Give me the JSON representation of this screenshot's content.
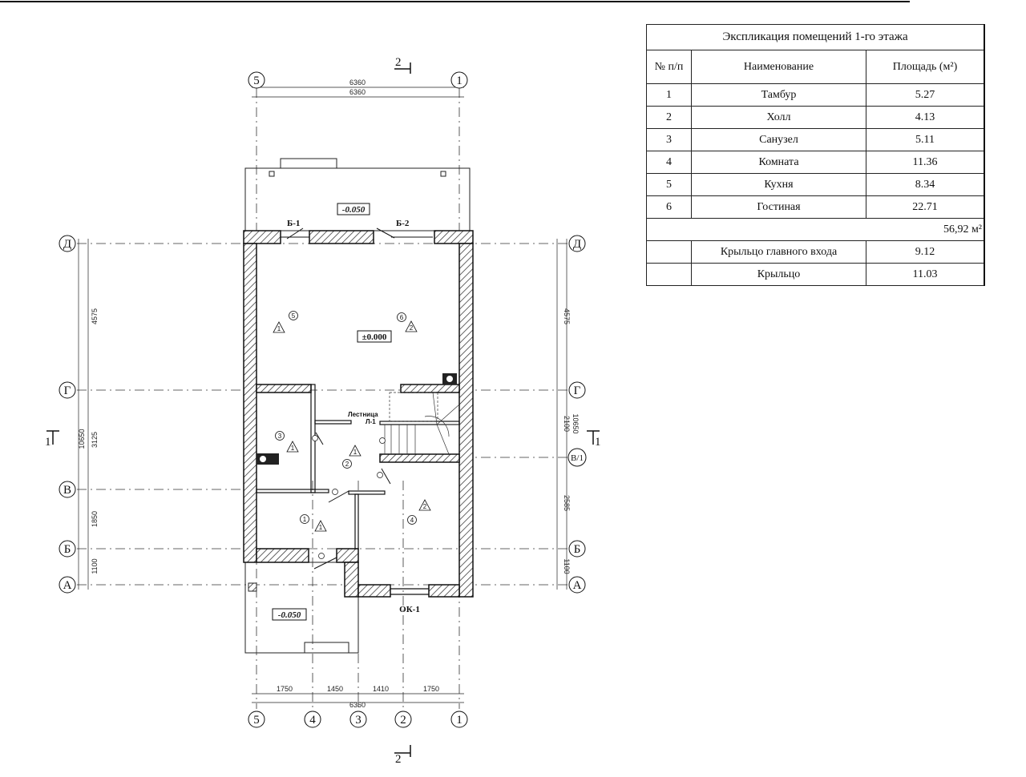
{
  "table": {
    "title": "Экспликация помещений 1-го этажа",
    "headers": [
      "№ п/п",
      "Наименование",
      "Площадь (м²)"
    ],
    "rows": [
      {
        "num": "1",
        "name": "Тамбур",
        "area": "5.27"
      },
      {
        "num": "2",
        "name": "Холл",
        "area": "4.13"
      },
      {
        "num": "3",
        "name": "Санузел",
        "area": "5.11"
      },
      {
        "num": "4",
        "name": "Комната",
        "area": "11.36"
      },
      {
        "num": "5",
        "name": "Кухня",
        "area": "8.34"
      },
      {
        "num": "6",
        "name": "Гостиная",
        "area": "22.71"
      }
    ],
    "total": "56,92 м²",
    "extra": [
      {
        "name": "Крыльцо главного входа",
        "area": "9.12"
      },
      {
        "name": "Крыльцо",
        "area": "11.03"
      }
    ]
  },
  "plan": {
    "axes_columns": [
      "5",
      "4",
      "3",
      "2",
      "1"
    ],
    "axes_rows": [
      "Д",
      "Г",
      "В/1",
      "В",
      "Б",
      "А"
    ],
    "top_dims": [
      "6360",
      "6360"
    ],
    "bottom_dims": [
      "1750",
      "1450",
      "1410",
      "1750",
      "6360"
    ],
    "left_dims": [
      "4575",
      "3125",
      "1850",
      "1100",
      "10650"
    ],
    "right_dims": [
      "4575",
      "2100",
      "2585",
      "1100",
      "10650"
    ],
    "section_marks": {
      "top": "2",
      "bottom": "2",
      "left": "1",
      "right": "1"
    },
    "labels": {
      "balcony_door_1": "Б-1",
      "balcony_door_2": "Б-2",
      "top_level": "-0.050",
      "floor_level": "±0.000",
      "stair_name": "Лестница",
      "stair_code": "Л-1",
      "bottom_level": "-0.050",
      "window": "ОК-1"
    },
    "room_numbers": [
      "5",
      "6",
      "3",
      "2",
      "1",
      "4"
    ],
    "finish_marks": [
      "1",
      "2",
      "1",
      "1",
      "1",
      "2"
    ]
  }
}
